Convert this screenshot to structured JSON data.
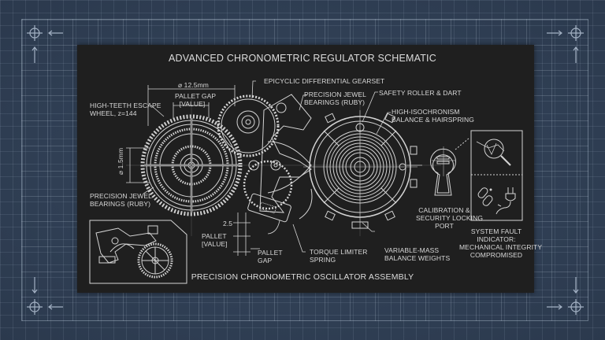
{
  "header": {
    "title": "ADVANCED CHRONOMETRIC REGULATOR SCHEMATIC"
  },
  "footer": {
    "subtitle": "PRECISION CHRONOMETRIC OSCILLATOR ASSEMBLY"
  },
  "dimensions": {
    "diameter_top": "⌀ 12.5mm",
    "diameter_side": "⌀ 1.5mm",
    "pallet_gap_top": [
      "PALLET GAP",
      "[VALUE]"
    ],
    "dim_25": "2.5"
  },
  "labels": {
    "escape_wheel": "HIGH-TEETH ESCAPE\nWHEEL, z=144",
    "jewel_left": "PRECISION JEWEL\nBEARINGS (RUBY)",
    "epicyclic": "EPICYCLIC DIFFERENTIAL GEARSET",
    "jewel_top": "PRECISION JEWEL\nBEARINGS (RUBY)",
    "safety_roller": "SAFETY ROLLER & DART",
    "balance": "HIGH-ISOCHRONISM\nBALANCE & HAIRSPRING",
    "calibration": "CALIBRATION &\nSECURITY LOCKING\nPORT",
    "fault": "SYSTEM FAULT\nINDICATOR:\nMECHANICAL INTEGRITY\nCOMPROMISED",
    "pallet_value": "PALLET\n[VALUE]",
    "pallet_gap": "PALLET\nGAP",
    "torque": "TORQUE LIMITER\nSPRING",
    "variable_mass": "VARIABLE-MASS\nBALANCE WEIGHTS"
  },
  "icons": {
    "corners": [
      "crosshair-target-icon",
      "arrow-left-icon",
      "arrow-up-icon",
      "arrow-right-icon",
      "arrow-down-icon"
    ],
    "fault_panel": [
      "magnifier-broken-part-icon",
      "broken-chain-icon",
      "unplugged-cable-icon"
    ],
    "lock": "keyhole-lock-icon"
  },
  "colors": {
    "background": "#2e3d52",
    "panel": "#1f1f1f",
    "line": "#d8d8d8"
  }
}
